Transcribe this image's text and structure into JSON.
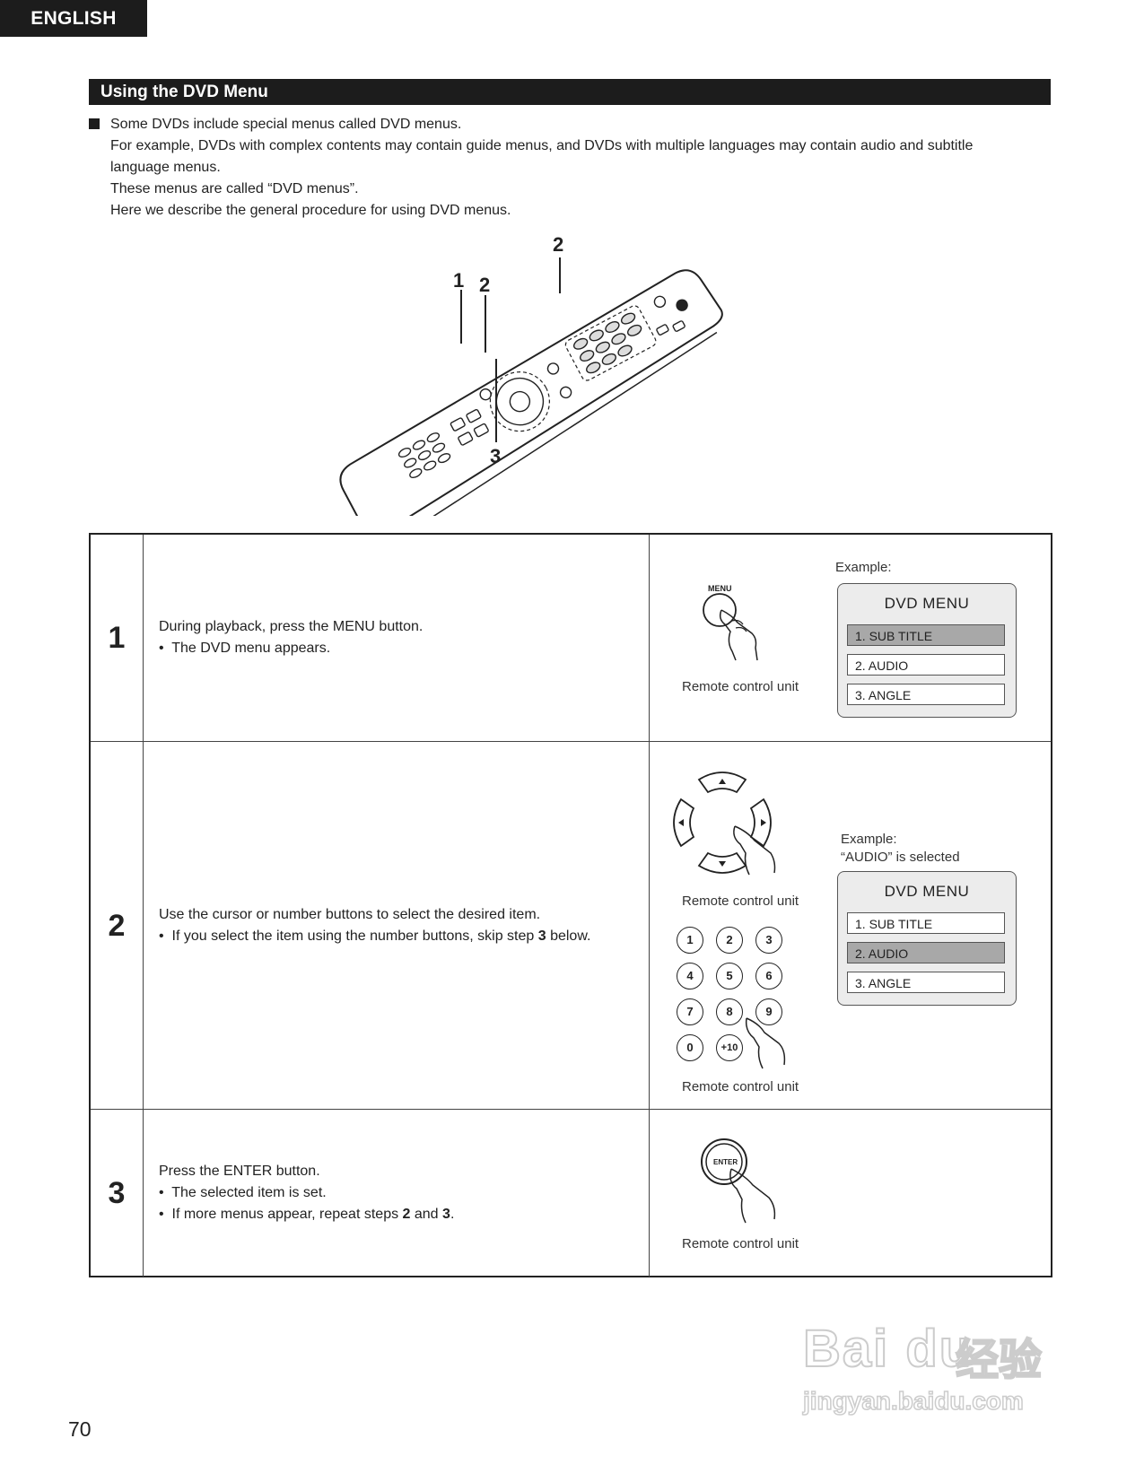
{
  "header": {
    "language": "ENGLISH"
  },
  "section": {
    "title": "Using the DVD Menu"
  },
  "intro": {
    "lines": [
      "Some DVDs include special menus called DVD menus.",
      "For example, DVDs with complex contents may contain guide menus, and DVDs with multiple languages may contain audio and subtitle",
      "language menus.",
      "These menus are called “DVD menus”.",
      "Here we describe the general procedure for using DVD menus."
    ]
  },
  "remote_callouts": [
    "1",
    "2",
    "2",
    "3"
  ],
  "steps": [
    {
      "number": "1",
      "text": "During playback, press the MENU button.",
      "bullets": [
        "The DVD menu appears."
      ],
      "figure": {
        "button_label": "MENU",
        "caption": "Remote control unit",
        "example_label": "Example:",
        "menu_title": "DVD MENU",
        "menu_items": [
          "1. SUB TITLE",
          "2. AUDIO",
          "3. ANGLE"
        ],
        "selected_index": 0
      }
    },
    {
      "number": "2",
      "text": "Use the cursor or number buttons to select the desired item.",
      "bullet_before": "If you select the item using the number buttons, skip step ",
      "bullet_bold": "3",
      "bullet_after": " below.",
      "figure": {
        "caption_cursor": "Remote control unit",
        "caption_numbers": "Remote control unit",
        "keypad": [
          "1",
          "2",
          "3",
          "4",
          "5",
          "6",
          "7",
          "8",
          "9",
          "0",
          "+10"
        ],
        "example_label": "Example:",
        "example_note": "“AUDIO” is selected",
        "menu_title": "DVD MENU",
        "menu_items": [
          "1. SUB TITLE",
          "2. AUDIO",
          "3. ANGLE"
        ],
        "selected_index": 1
      }
    },
    {
      "number": "3",
      "text": "Press the ENTER button.",
      "bullet1": "The selected item is set.",
      "bullet2_before": "If more menus appear, repeat steps ",
      "bullet2_bold1": "2",
      "bullet2_mid": " and ",
      "bullet2_bold2": "3",
      "bullet2_after": ".",
      "figure": {
        "button_label": "ENTER",
        "caption": "Remote control unit"
      }
    }
  ],
  "footer": {
    "page_number": "70"
  },
  "watermark": {
    "brand": "Bai du",
    "cn_text": "经验",
    "url": "jingyan.baidu.com"
  }
}
